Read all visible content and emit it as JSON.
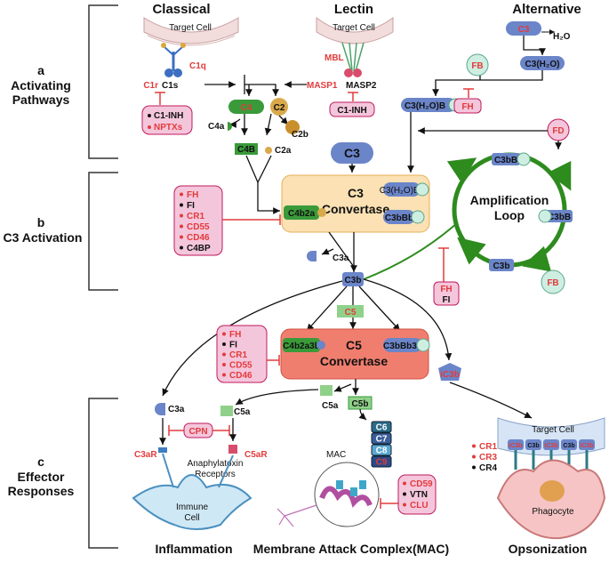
{
  "pathways": {
    "classical": "Classical",
    "lectin": "Lectin",
    "alternative": "Alternative"
  },
  "sections": {
    "a_letter": "a",
    "a_line1": "Activating",
    "a_line2": "Pathways",
    "b_letter": "b",
    "b_line1": "C3 Activation",
    "c_letter": "c",
    "c_line1": "Effector",
    "c_line2": "Responses"
  },
  "classical": {
    "target_cell": "Target Cell",
    "c1q": "C1q",
    "c1r": "C1r",
    "c1s": "C1s",
    "inhibitors": [
      "C1-INH",
      "NPTXs"
    ],
    "c4": "C4",
    "c2": "C2",
    "c4a": "C4a",
    "c2b": "C2b",
    "c4b": "C4B",
    "c2a": "C2a"
  },
  "lectin": {
    "target_cell": "Target Cell",
    "mbl": "MBL",
    "masp1": "MASP1",
    "masp2": "MASP2",
    "inhibitor": "C1-INH"
  },
  "alternative": {
    "c3": "C3",
    "h2o": "H₂O",
    "c3h2o": "C3(H₂O)",
    "fb": "FB",
    "c3h2ob": "C3(H₂O)B",
    "fh": "FH",
    "fd": "FD"
  },
  "c3_activation": {
    "c3": "C3",
    "convertase_line1": "C3",
    "convertase_line2": "Convertase",
    "c4b2a": "C4b2a",
    "c3h2obb": "C3(H₂O)Bb",
    "c3bbb": "C3bBb",
    "regulators": [
      {
        "text": "FH",
        "color": "red"
      },
      {
        "text": "FI",
        "color": "black"
      },
      {
        "text": "CR1",
        "color": "red"
      },
      {
        "text": "CD55",
        "color": "red"
      },
      {
        "text": "CD46",
        "color": "red"
      },
      {
        "text": "C4BP",
        "color": "black"
      }
    ],
    "c3a": "C3a",
    "c3b": "C3b",
    "loop_line1": "Amplification",
    "loop_line2": "Loop",
    "loop_c3bb_top": "C3bB",
    "loop_c3bb_right": "C3bB",
    "loop_c3b": "C3b",
    "loop_fb": "FB",
    "loop_fh": "FH",
    "loop_fi": "FI"
  },
  "c5": {
    "c5": "C5",
    "convertase_line1": "C5",
    "convertase_line2": "Convertase",
    "c4b2a3b": "C4b2a3b",
    "c3bbb3b": "C3bBb3b",
    "regulators": [
      {
        "text": "FH",
        "color": "red"
      },
      {
        "text": "FI",
        "color": "black"
      },
      {
        "text": "CR1",
        "color": "red"
      },
      {
        "text": "CD55",
        "color": "red"
      },
      {
        "text": "CD46",
        "color": "red"
      }
    ],
    "ic3b": "iC3b"
  },
  "effector": {
    "c3a": "C3a",
    "c5a": "C5a",
    "cpn": "CPN",
    "c3ar": "C3aR",
    "c5ar": "C5aR",
    "receptors_line1": "Anaphylatoxin",
    "receptors_line2": "Receptors",
    "immune_line1": "Immune",
    "immune_line2": "Cell",
    "c5a_split": "C5a",
    "c5b": "C5b",
    "mac_chain": [
      "C6",
      "C7",
      "C8",
      "C9"
    ],
    "mac_label": "MAC",
    "mac_inhibitors": [
      {
        "text": "CD59",
        "color": "red"
      },
      {
        "text": "VTN",
        "color": "black"
      },
      {
        "text": "CLU",
        "color": "red"
      }
    ],
    "receptors": [
      {
        "text": "CR1",
        "color": "red"
      },
      {
        "text": "CR3",
        "color": "red"
      },
      {
        "text": "CR4",
        "color": "black"
      }
    ],
    "target_cell": "Target Cell",
    "surface_labels": [
      "iC3b",
      "C3b",
      "iC3b",
      "C3b",
      "iC3b"
    ],
    "phagocyte": "Phagocyte"
  },
  "footers": {
    "inflammation": "Inflammation",
    "mac": "Membrane Attack Complex(MAC)",
    "opsonization": "Opsonization"
  },
  "colors": {
    "green_dark": "#2f8f2f",
    "loop_green": "#2e8b1e",
    "blue_pill": "#6b85c9",
    "red_text": "#e23b3b",
    "pink_box": "#f4c6dc",
    "convertase_c3": "#fbe1b3",
    "convertase_c5": "#f07e6e"
  }
}
